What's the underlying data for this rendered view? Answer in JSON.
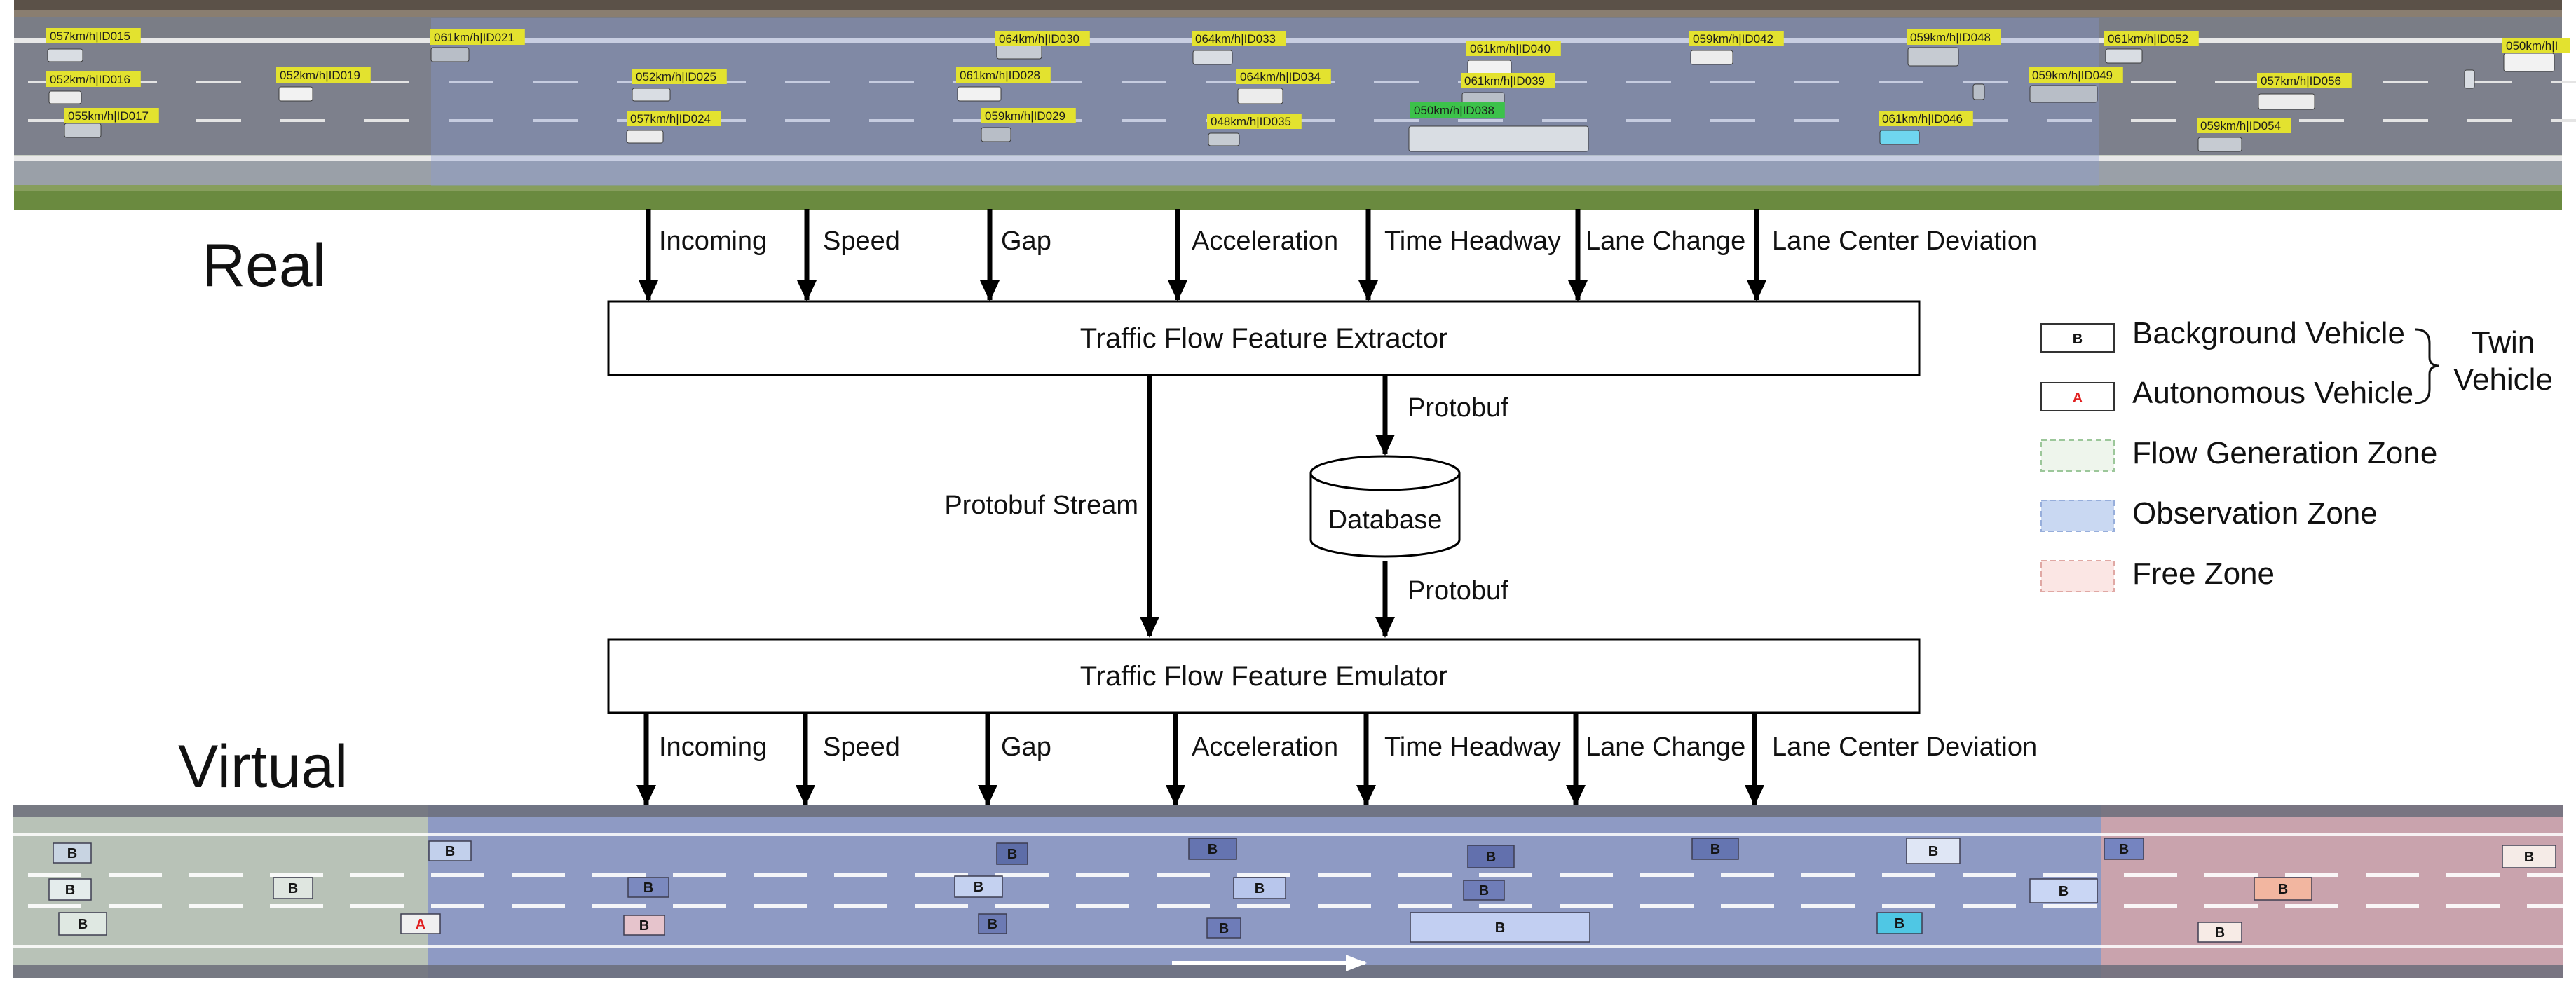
{
  "sections": {
    "real_label": "Real",
    "virtual_label": "Virtual"
  },
  "features": [
    "Incoming",
    "Speed",
    "Gap",
    "Acceleration",
    "Time Headway",
    "Lane Change",
    "Lane Center Deviation"
  ],
  "extractor_label": "Traffic Flow Feature Extractor",
  "emulator_label": "Traffic Flow Feature Emulator",
  "database_label": "Database",
  "protobuf_stream_label": "Protobuf Stream",
  "protobuf_label_top": "Protobuf",
  "protobuf_label_bottom": "Protobuf",
  "legend": {
    "background_vehicle": {
      "glyph": "B",
      "label": "Background Vehicle"
    },
    "autonomous_vehicle": {
      "glyph": "A",
      "label": "Autonomous Vehicle"
    },
    "twin_vehicle": [
      "Twin",
      "Vehicle"
    ],
    "flow_generation_zone": "Flow Generation Zone",
    "observation_zone": "Observation Zone",
    "free_zone": "Free Zone"
  },
  "vehicle_tags": [
    "057km/h|ID015",
    "052km/h|ID016",
    "055km/h|ID017",
    "052km/h|ID019",
    "061km/h|ID021",
    "052km/h|ID025",
    "057km/h|ID024",
    "064km/h|ID030",
    "061km/h|ID028",
    "059km/h|ID029",
    "064km/h|ID033",
    "064km/h|ID034",
    "048km/h|ID035",
    "061km/h|ID040",
    "061km/h|ID039",
    "050km/h|ID038",
    "059km/h|ID042",
    "059km/h|ID048",
    "061km/h|ID046",
    "059km/h|ID049",
    "061km/h|ID052",
    "057km/h|ID056",
    "059km/h|ID054",
    "050km/h|I"
  ],
  "virtual_vehicles": [
    "B",
    "B",
    "B",
    "B",
    "B",
    "A",
    "B",
    "B",
    "B",
    "B",
    "B",
    "B",
    "B",
    "B",
    "B",
    "B",
    "B",
    "B",
    "B",
    "B",
    "B",
    "B",
    "B",
    "B",
    "B",
    "B"
  ],
  "colors": {
    "flow_zone": "#b8c2b7",
    "observation_zone": "#8e9ac4",
    "free_zone": "#c9a3ad",
    "asphalt": "#7c7e8c",
    "tag_yellow": "#e3e22f",
    "tag_green": "#3cc24a",
    "autonomous_red": "#e02020"
  }
}
